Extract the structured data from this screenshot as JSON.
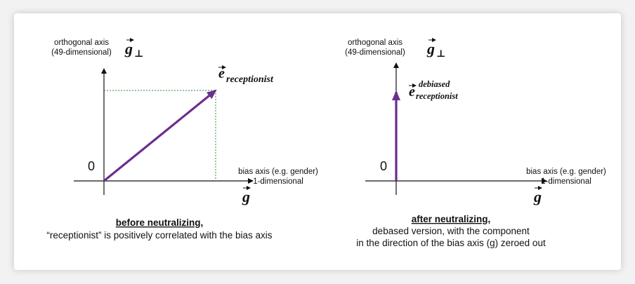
{
  "colors": {
    "vector": "#6b2d8f",
    "projection": "#2e8b3a",
    "axis": "#111111"
  },
  "left_panel": {
    "axis_y_label_line1": "orthogonal axis",
    "axis_y_label_line2": "(49-dimensional)",
    "axis_y_symbol": "g",
    "axis_y_subscript": "⊥",
    "axis_x_label_line1": "bias axis (e.g. gender)",
    "axis_x_label_line2": "1-dimensional",
    "axis_x_symbol": "g",
    "origin_label": "0",
    "vector_symbol": "e",
    "vector_subscript": "receptionist",
    "caption_title": "before neutralizing,",
    "caption_line1": "“receptionist” is positively correlated with the bias axis"
  },
  "right_panel": {
    "axis_y_label_line1": "orthogonal axis",
    "axis_y_label_line2": "(49-dimensional)",
    "axis_y_symbol": "g",
    "axis_y_subscript": "⊥",
    "axis_x_label_line1": "bias axis (e.g. gender)",
    "axis_x_label_line2": "1-dimensional",
    "axis_x_symbol": "g",
    "origin_label": "0",
    "vector_symbol": "e",
    "vector_superscript": "debiased",
    "vector_subscript": "receptionist",
    "caption_title": "after neutralizing,",
    "caption_line1": "debased version, with the component",
    "caption_line2": "in the direction of the bias axis (g) zeroed out"
  }
}
